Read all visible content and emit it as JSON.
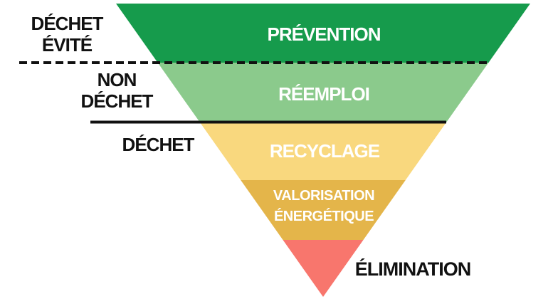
{
  "diagram": {
    "type": "inverted-pyramid",
    "levels": [
      {
        "name": "prevention",
        "lines": [
          "PRÉVENTION"
        ],
        "color": "#169b4c",
        "text_color": "#ffffff"
      },
      {
        "name": "reemploi",
        "lines": [
          "RÉEMPLOI"
        ],
        "color": "#8bca8c",
        "text_color": "#ffffff"
      },
      {
        "name": "recyclage",
        "lines": [
          "RECYCLAGE"
        ],
        "color": "#f9d87e",
        "text_color": "#ffffff"
      },
      {
        "name": "valorisation-energetique",
        "lines": [
          "VALORISATION",
          "ÉNERGÉTIQUE"
        ],
        "color": "#e4b54a",
        "text_color": "#ffffff"
      },
      {
        "name": "elimination",
        "lines": [
          "ÉLIMINATION"
        ],
        "color": "#f8766d",
        "text_color": "#111111",
        "label_outside": true
      }
    ],
    "side_labels": [
      {
        "name": "dechet-evite",
        "lines": [
          "DÉCHET",
          "ÉVITÉ"
        ]
      },
      {
        "name": "non-dechet",
        "lines": [
          "NON",
          "DÉCHET"
        ]
      },
      {
        "name": "dechet",
        "lines": [
          "DÉCHET"
        ]
      }
    ],
    "separators": {
      "dashed": {
        "color": "#111111",
        "style": "dashed"
      },
      "solid": {
        "color": "#111111",
        "style": "solid"
      }
    }
  }
}
